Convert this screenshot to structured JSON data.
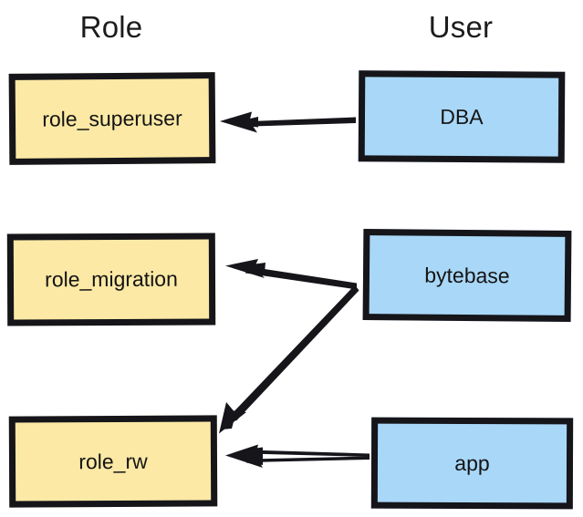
{
  "diagram": {
    "title_hidden": "",
    "columns": [
      {
        "id": "role",
        "label": "Role"
      },
      {
        "id": "user",
        "label": "User"
      }
    ],
    "colors": {
      "role_fill": "#fbe9a5",
      "user_fill": "#a9d7f7",
      "stroke": "#15151a",
      "text": "#141414",
      "background": "#ffffff"
    },
    "nodes": [
      {
        "id": "role_superuser",
        "label": "role_superuser",
        "column": "role",
        "row": 1
      },
      {
        "id": "dba",
        "label": "DBA",
        "column": "user",
        "row": 1
      },
      {
        "id": "role_migration",
        "label": "role_migration",
        "column": "role",
        "row": 2
      },
      {
        "id": "bytebase",
        "label": "bytebase",
        "column": "user",
        "row": 2
      },
      {
        "id": "role_rw",
        "label": "role_rw",
        "column": "role",
        "row": 3
      },
      {
        "id": "app",
        "label": "app",
        "column": "user",
        "row": 3
      }
    ],
    "edges": [
      {
        "id": "dba-to-role_superuser",
        "from": "dba",
        "to": "role_superuser",
        "style": "solid-arrow"
      },
      {
        "id": "bytebase-to-role_migration",
        "from": "bytebase",
        "to": "role_migration",
        "style": "solid-arrow"
      },
      {
        "id": "bytebase-to-role_rw",
        "from": "bytebase",
        "to": "role_rw",
        "style": "solid-arrow-diagonal"
      },
      {
        "id": "app-to-role_rw",
        "from": "app",
        "to": "role_rw",
        "style": "outline-arrow"
      }
    ]
  }
}
